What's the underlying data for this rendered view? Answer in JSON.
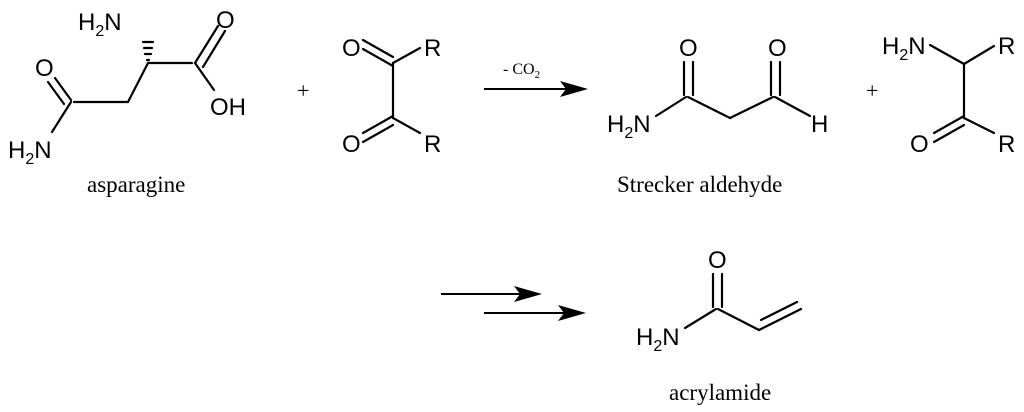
{
  "atoms": {
    "O": "O",
    "R": "R",
    "H": "H",
    "N": "N",
    "OH": "OH",
    "H2N_H": "H",
    "H2N_2": "2",
    "H2N_N": "N"
  },
  "plus": "+",
  "reaction": {
    "condition_prefix": "- CO",
    "condition_subscript": "2"
  },
  "names": {
    "asparagine": "asparagine",
    "strecker": "Strecker aldehyde",
    "acrylamide": "acrylamide"
  }
}
